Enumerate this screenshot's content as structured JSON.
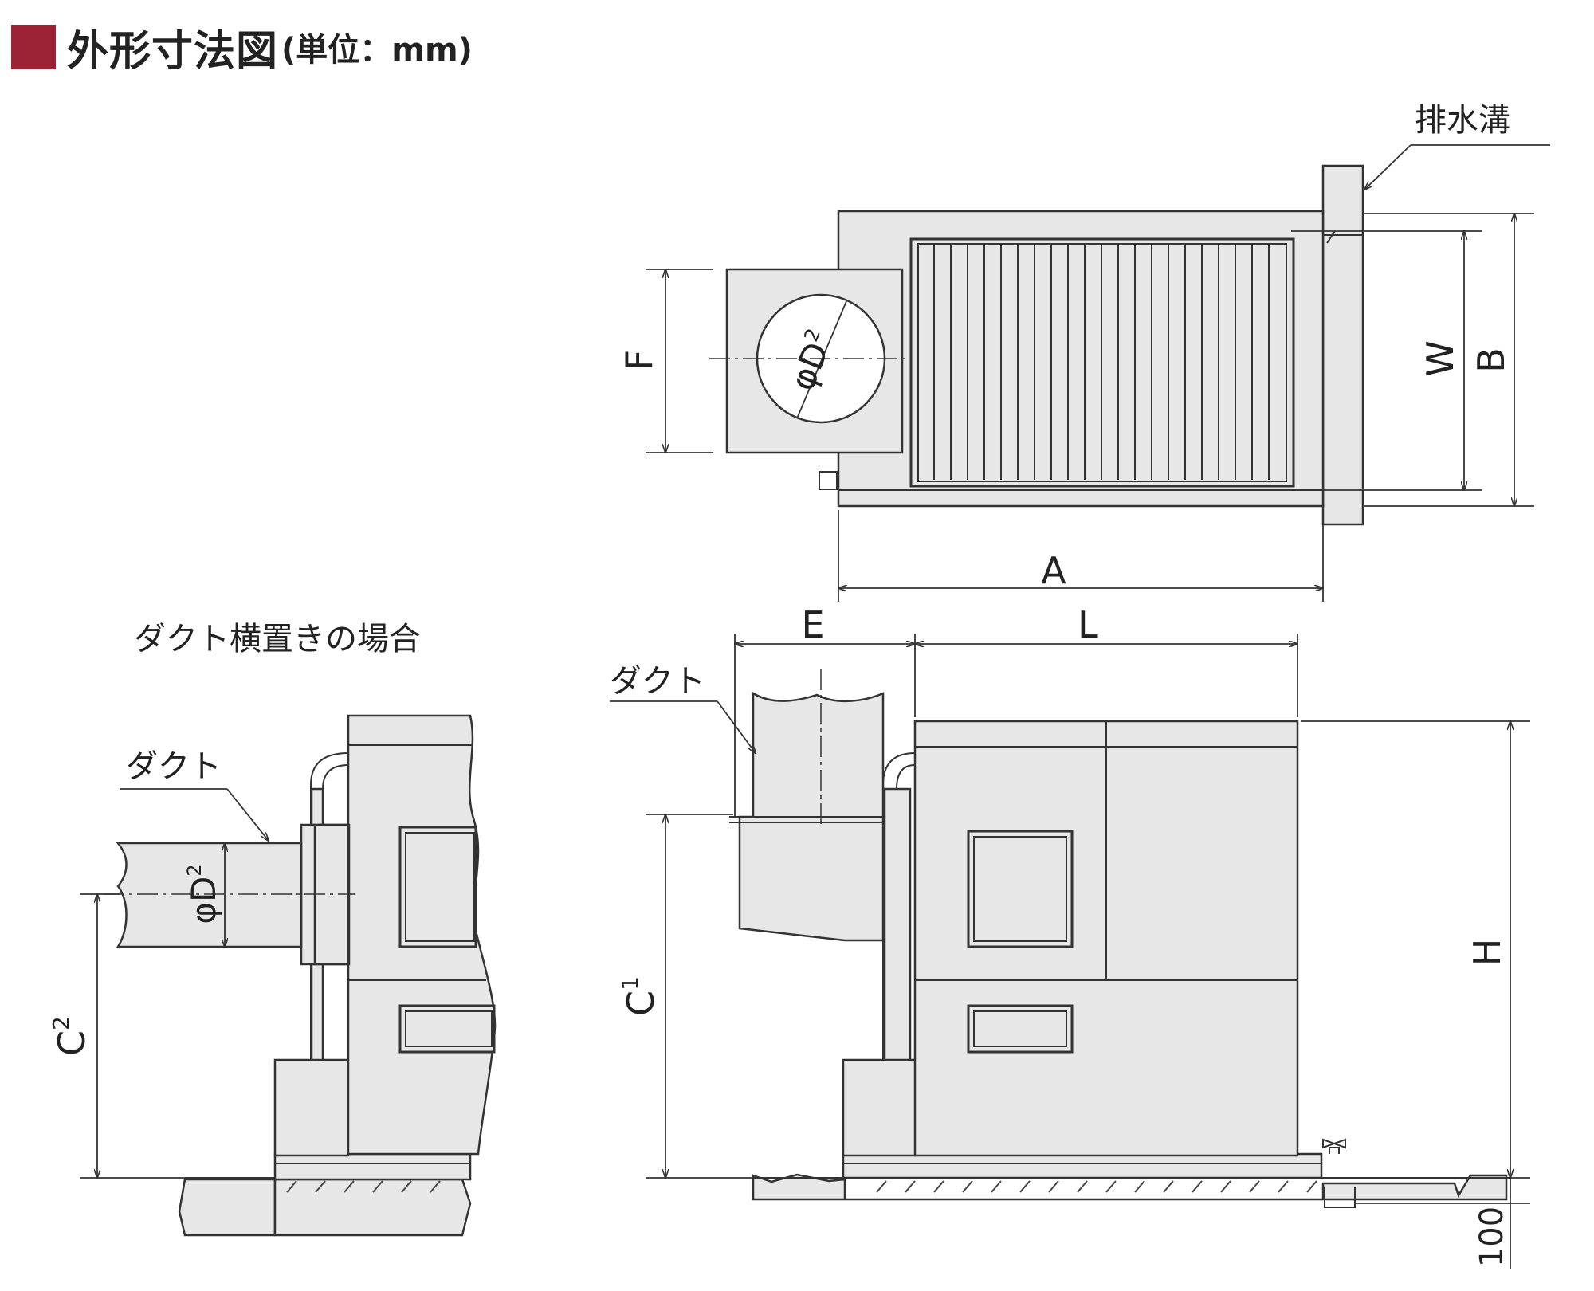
{
  "header": {
    "title": "外形寸法図",
    "unit": "(単位：mm)",
    "marker_color": "#9b2335"
  },
  "labels": {
    "drain_ditch": "排水溝",
    "duct_horizontal_case": "ダクト横置きの場合",
    "duct": "ダクト"
  },
  "dimensions": {
    "A": "A",
    "B": "B",
    "W": "W",
    "F": "F",
    "E": "E",
    "L": "L",
    "H": "H",
    "C1": "C",
    "C1_sup": "1",
    "C2": "C",
    "C2_sup": "2",
    "phiD2": "φD",
    "phiD2_sup": "2",
    "base_height": "100"
  }
}
